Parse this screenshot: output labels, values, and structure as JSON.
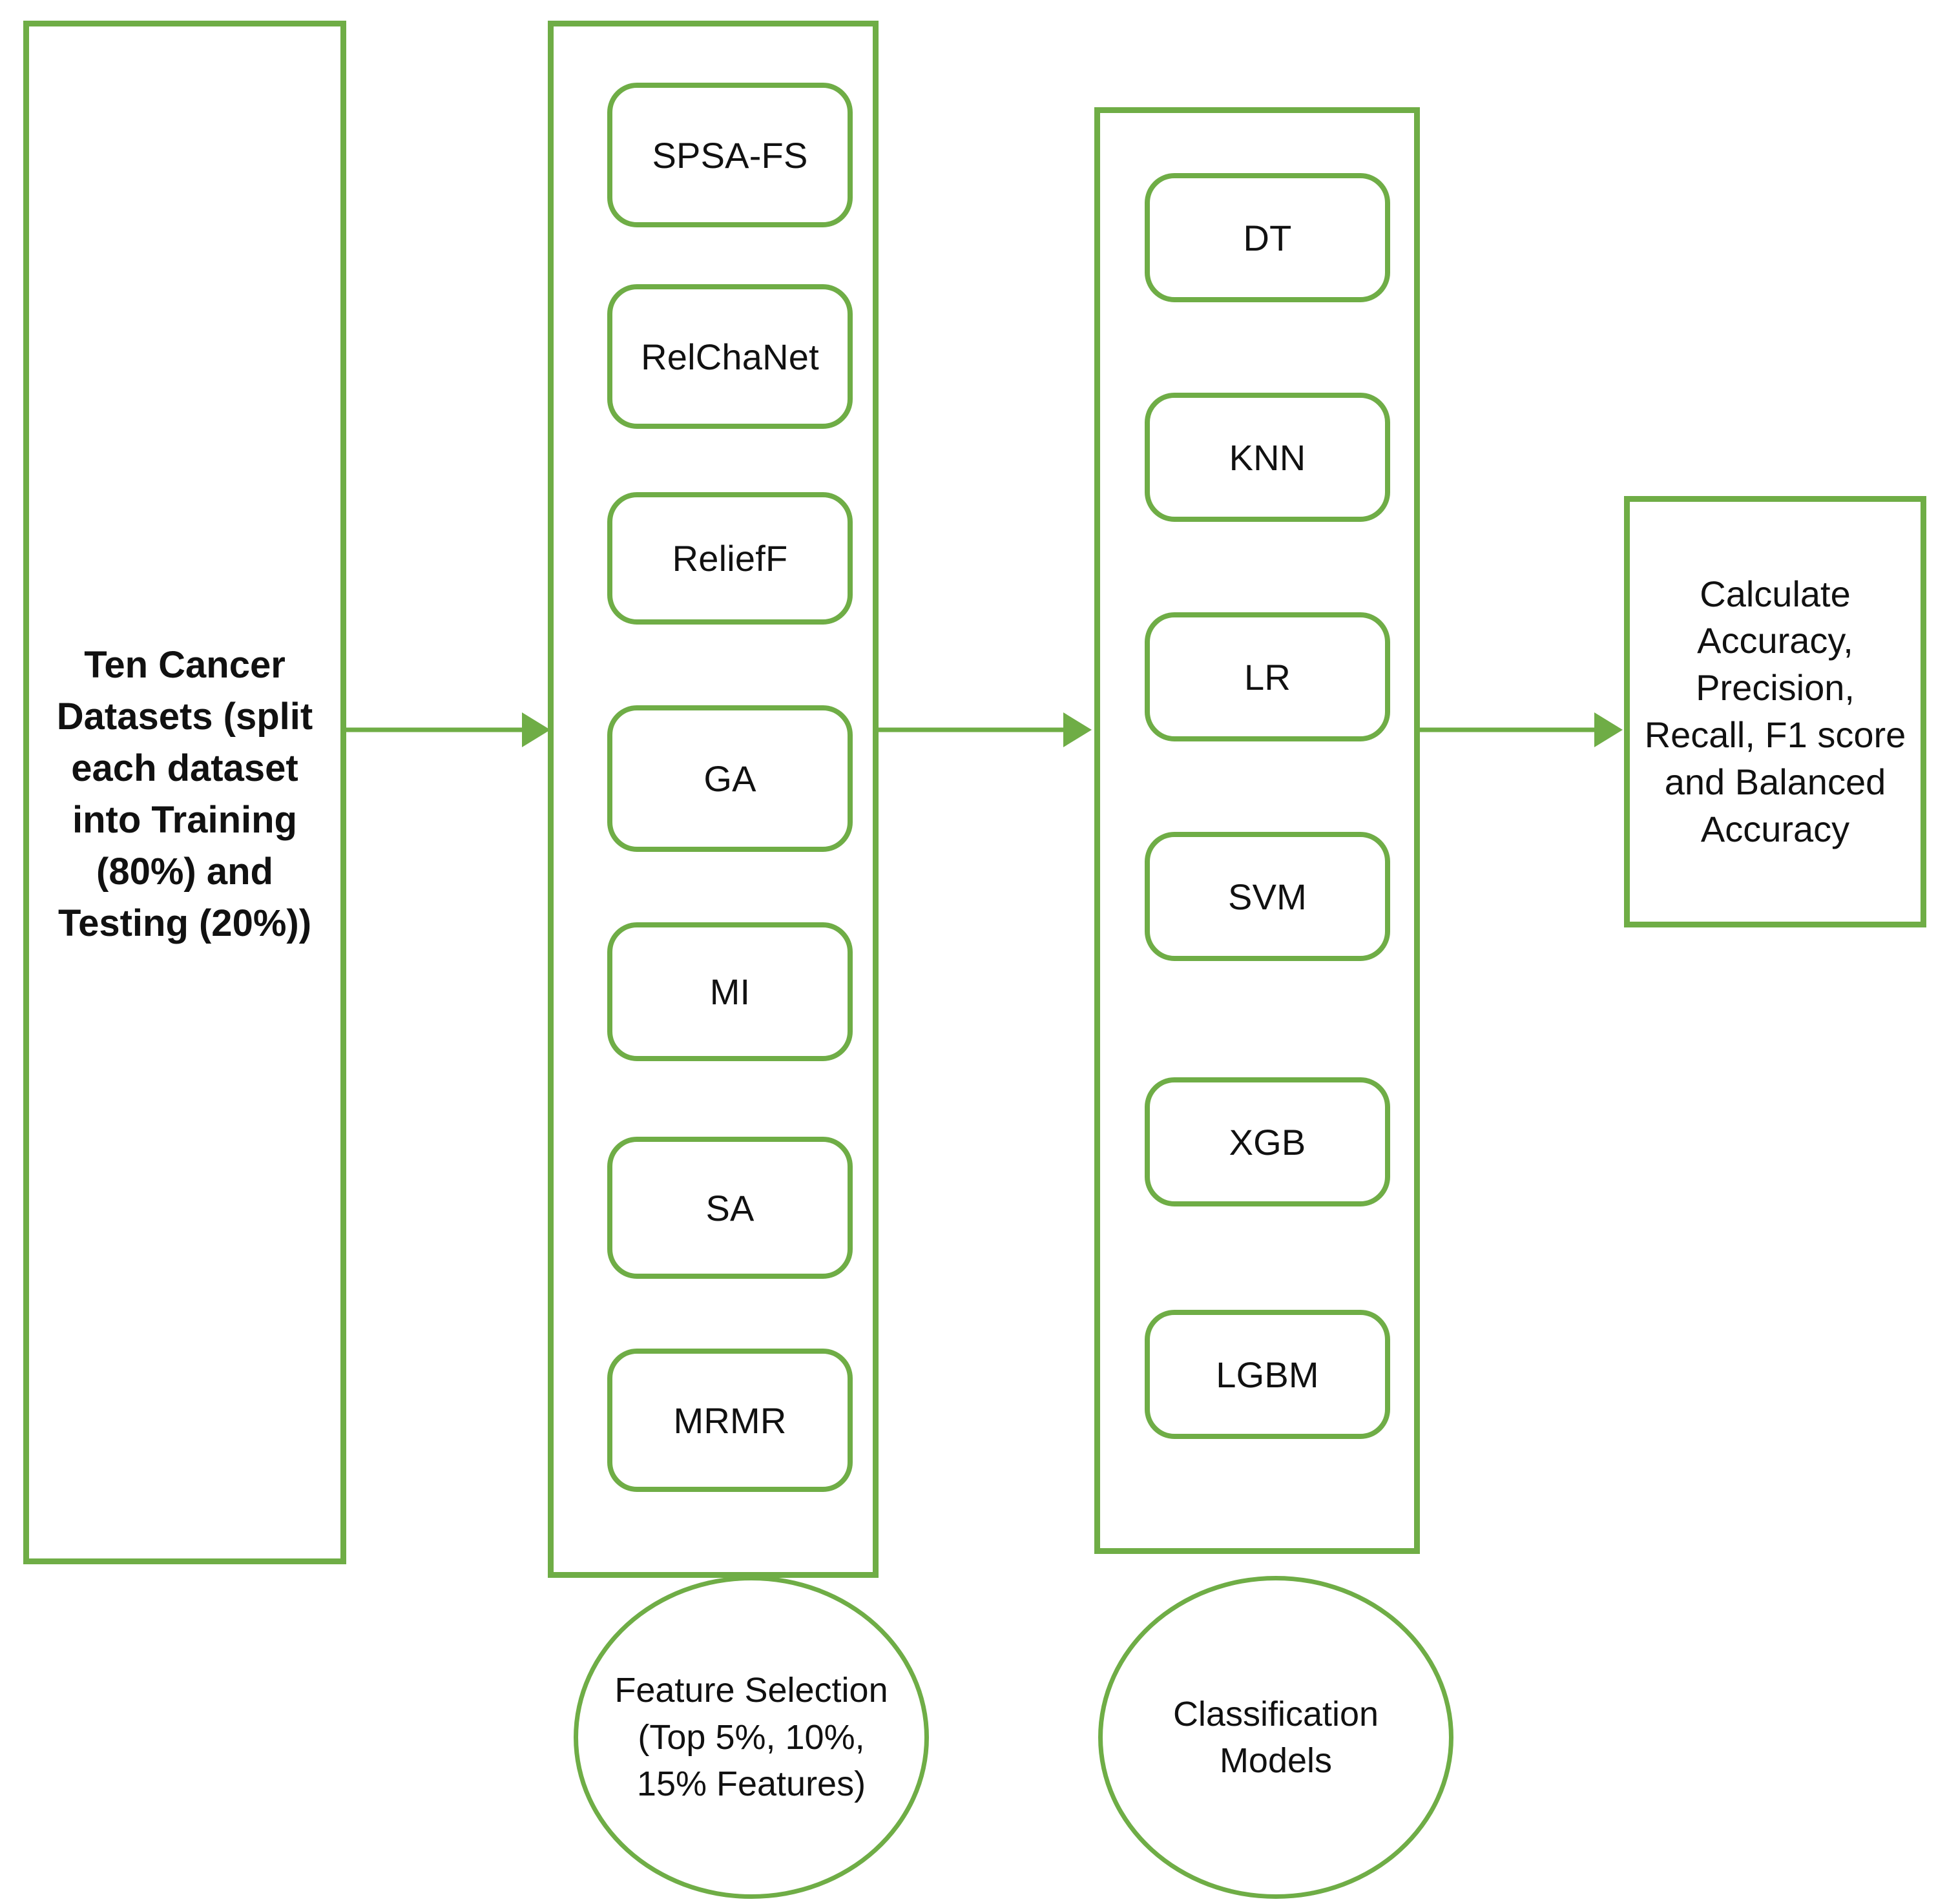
{
  "theme": {
    "accent_green": "#6fad46",
    "text_color": "#111111",
    "background": "#ffffff"
  },
  "diagram": {
    "type": "flowchart",
    "title": "",
    "stages": [
      {
        "id": "datasets",
        "kind": "text-box",
        "label": "Ten Cancer Datasets (split each dataset into Training (80%) and Testing (20%))"
      },
      {
        "id": "feature-selection",
        "kind": "container",
        "caption": "Feature Selection (Top 5%, 10%, 15% Features)",
        "nodes": [
          {
            "label": "SPSA-FS"
          },
          {
            "label": "RelChaNet"
          },
          {
            "label": "ReliefF"
          },
          {
            "label": "GA"
          },
          {
            "label": "MI"
          },
          {
            "label": "SA"
          },
          {
            "label": "MRMR"
          }
        ]
      },
      {
        "id": "classification",
        "kind": "container",
        "caption": "Classification Models",
        "nodes": [
          {
            "label": "DT"
          },
          {
            "label": "KNN"
          },
          {
            "label": "LR"
          },
          {
            "label": "SVM"
          },
          {
            "label": "XGB"
          },
          {
            "label": "LGBM"
          }
        ]
      },
      {
        "id": "evaluation",
        "kind": "text-box",
        "label": "Calculate Accuracy, Precision, Recall, F1 score and Balanced Accuracy"
      }
    ],
    "arrows": [
      {
        "id": "arrow-datasets-to-fs",
        "from": "datasets",
        "to": "feature-selection",
        "direction": "right"
      },
      {
        "id": "arrow-fs-to-classification",
        "from": "feature-selection",
        "to": "classification",
        "direction": "right"
      },
      {
        "id": "arrow-classification-to-evaluation",
        "from": "classification",
        "to": "evaluation",
        "direction": "right"
      }
    ]
  }
}
